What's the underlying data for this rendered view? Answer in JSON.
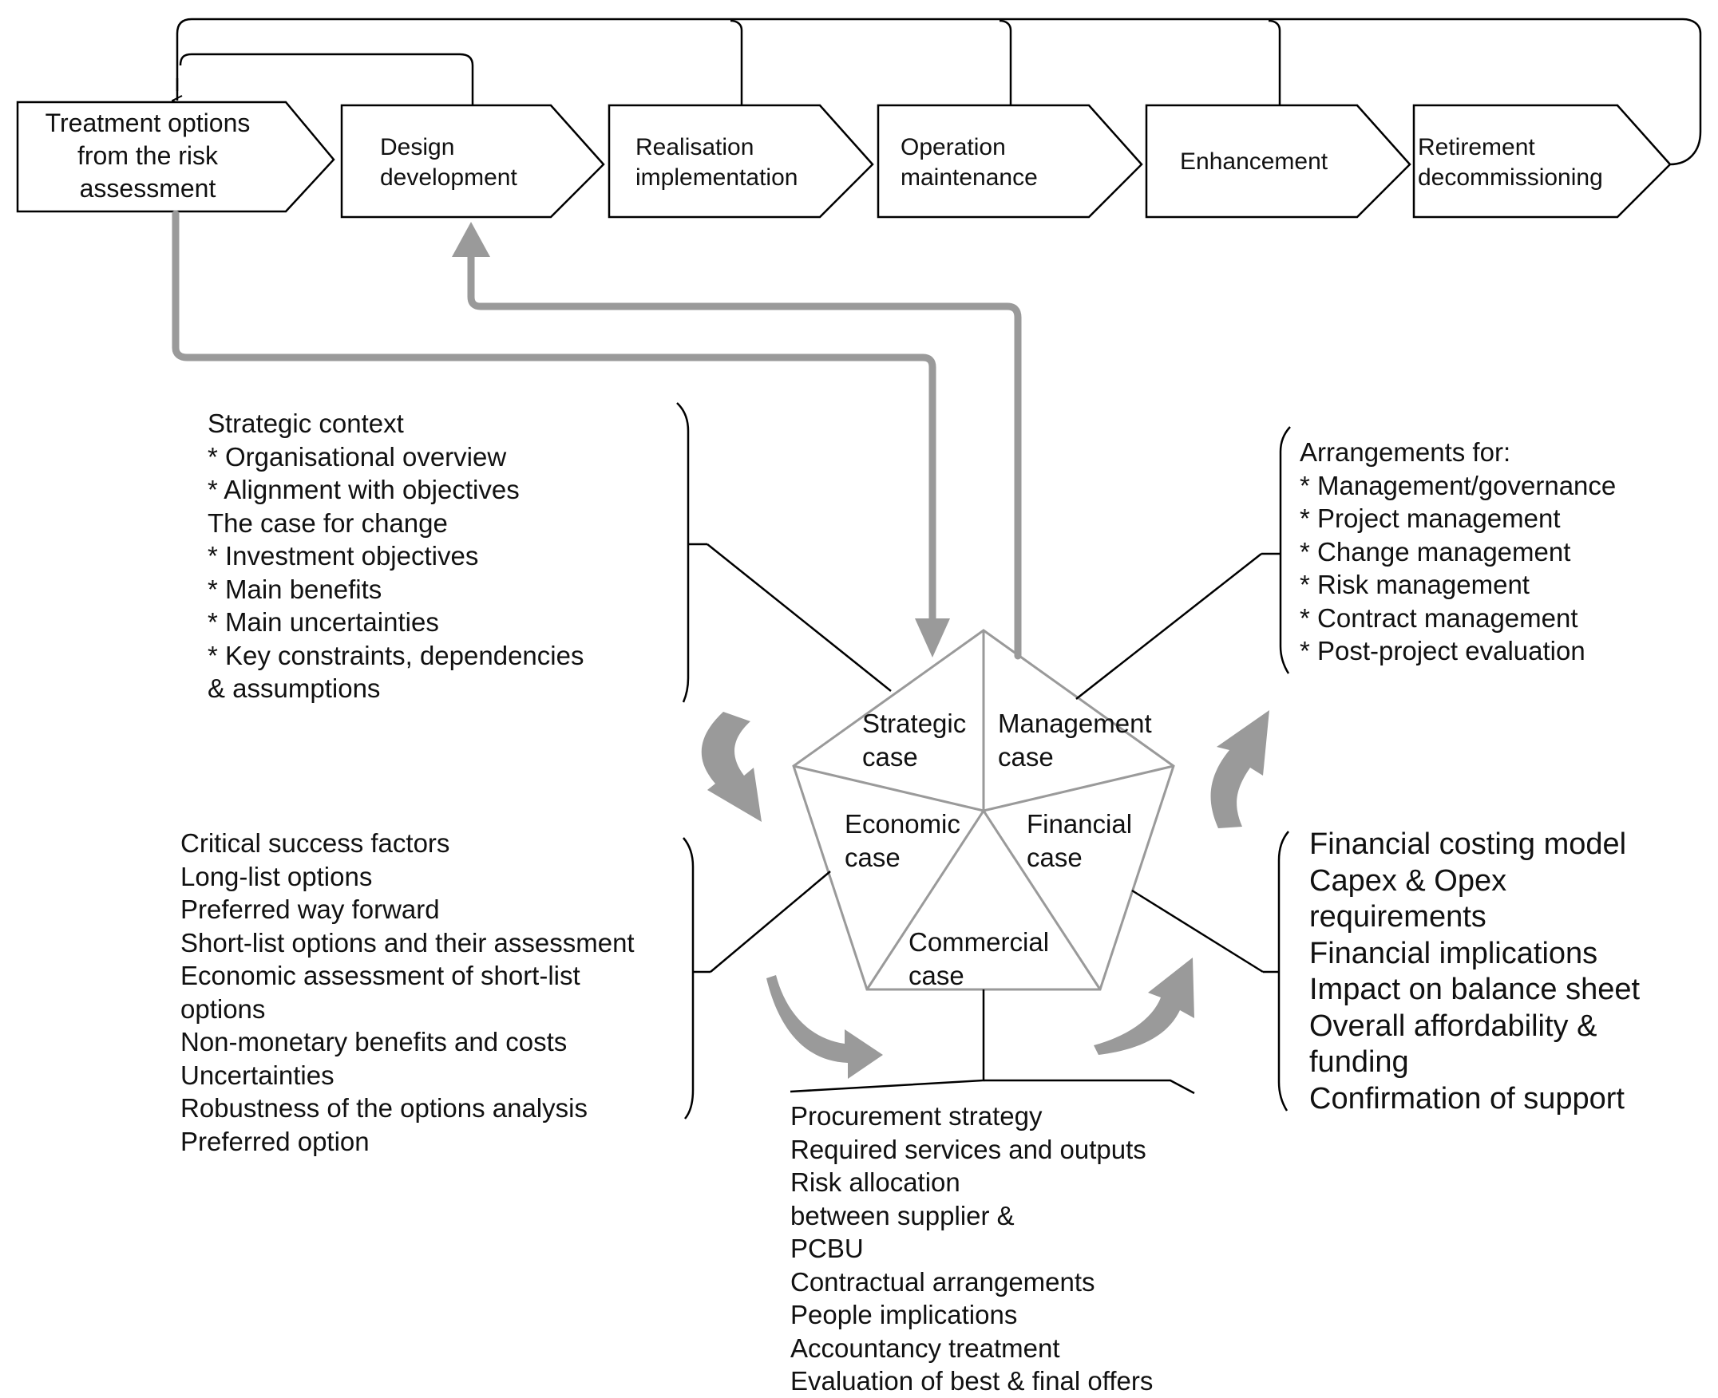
{
  "stages": [
    {
      "label": "Treatment options from the risk assessment"
    },
    {
      "label": "Design development"
    },
    {
      "label": "Realisation implementation"
    },
    {
      "label": "Operation maintenance"
    },
    {
      "label": "Enhancement"
    },
    {
      "label": "Retirement decommissioning"
    }
  ],
  "cases": {
    "strategic": "Strategic case",
    "management": "Management case",
    "economic": "Economic case",
    "financial": "Financial case",
    "commercial": "Commercial case"
  },
  "strategic_list": [
    "Strategic context",
    "* Organisational overview",
    "* Alignment with objectives",
    "The case for change",
    "* Investment objectives",
    "* Main benefits",
    "* Main uncertainties",
    "* Key constraints, dependencies",
    "& assumptions"
  ],
  "management_list": [
    "Arrangements for:",
    "* Management/governance",
    "* Project management",
    "* Change management",
    "* Risk management",
    "* Contract management",
    "* Post-project evaluation"
  ],
  "economic_list": [
    "Critical success factors",
    "Long-list options",
    "Preferred way forward",
    "Short-list options and their assessment",
    "Economic assessment of short-list options",
    "Non-monetary benefits and costs",
    "Uncertainties",
    "Robustness of the options analysis",
    "Preferred option"
  ],
  "financial_list": [
    "Financial costing model",
    "Capex & Opex requirements",
    "Financial implications",
    "Impact on balance sheet",
    "Overall affordability & funding",
    "Confirmation of support"
  ],
  "commercial_list": [
    "Procurement strategy",
    "Required services and outputs",
    "Risk allocation between supplier & PCBU",
    "Contractual arrangements",
    "People implications",
    "Accountancy treatment",
    "Evaluation of best & final offers"
  ]
}
